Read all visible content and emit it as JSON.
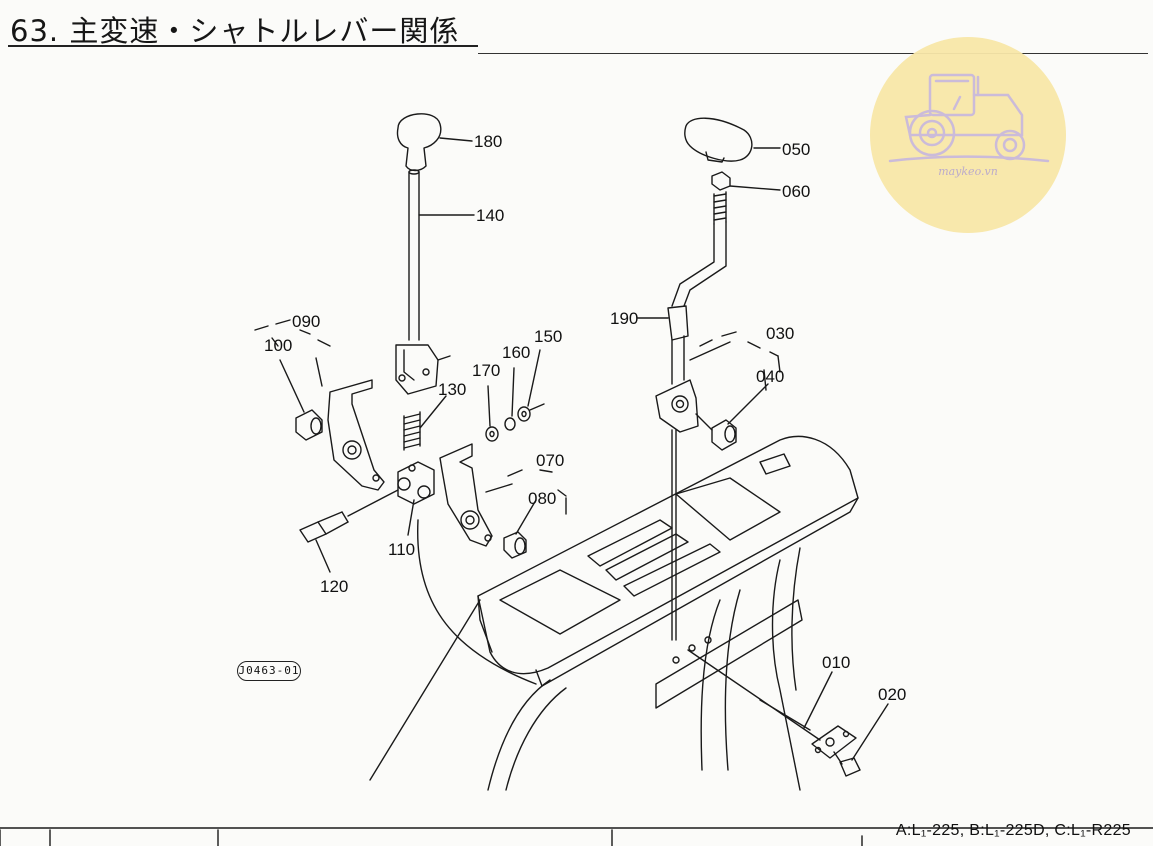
{
  "page": {
    "title": "63. 主変速・シャトルレバー関係",
    "drawing_code": "J0463-01",
    "model_line": "A:L₁-225, B:L₁-225D, C:L₁-R225",
    "watermark_text": "maykeo.vn"
  },
  "callouts": {
    "c180": "180",
    "c140": "140",
    "c090": "090",
    "c100": "100",
    "c130": "130",
    "c170": "170",
    "c160": "160",
    "c150": "150",
    "c070": "070",
    "c080": "080",
    "c110": "110",
    "c120": "120",
    "c050": "050",
    "c060": "060",
    "c190": "190",
    "c030": "030",
    "c040": "040",
    "c010": "010",
    "c020": "020"
  },
  "colors": {
    "line": "#1a1a1a",
    "watermark": "#f8e7a8"
  },
  "icons": {
    "watermark": "tractor-icon"
  }
}
